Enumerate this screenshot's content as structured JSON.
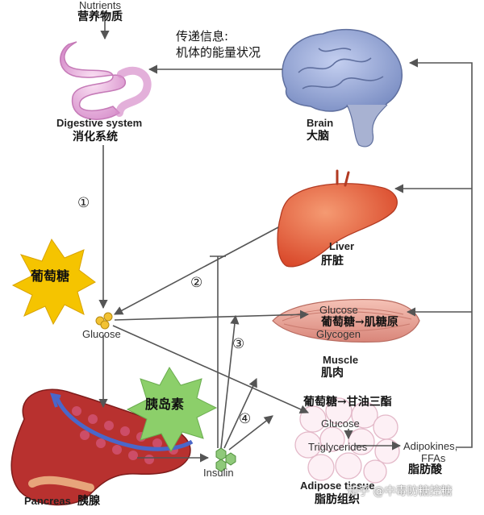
{
  "labels": {
    "nutrients_en": "Nutrients",
    "nutrients_zh": "营养物质",
    "signal_line1": "传递信息:",
    "signal_line2": "机体的能量状况",
    "digestive_en": "Digestive system",
    "digestive_zh": "消化系统",
    "brain_en": "Brain",
    "brain_zh": "大脑",
    "liver_en": "Liver",
    "liver_zh": "肝脏",
    "glucose_en": "Glucose",
    "glucose_burst": "葡萄糖",
    "muscle_glucose": "Glucose",
    "muscle_glycogen": "Glycogen",
    "muscle_note": "葡萄糖→肌糖原",
    "muscle_en": "Muscle",
    "muscle_zh": "肌肉",
    "insulin_burst": "胰岛素",
    "insulin_en": "Insulin",
    "adipose_note": "葡萄糖→甘油三酯",
    "adipose_glucose": "Glucose",
    "adipose_trig": "Triglycerides",
    "adipokines": "Adipokines,",
    "ffas": "FFAs",
    "fatty_acid_zh": "脂肪酸",
    "adipose_en": "Adipose tissue",
    "adipose_zh": "脂肪组织",
    "pancreas_en": "Pancreas",
    "pancreas_zh": "胰腺",
    "step1": "①",
    "step2": "②",
    "step3": "③",
    "step4": "④",
    "watermark": "知乎 @中毒防糖控糖"
  },
  "colors": {
    "burst_fill": "#f5c400",
    "insulin_burst_fill": "#8ccf6a",
    "arrow": "#555555",
    "liver": "#e8603a",
    "muscle": "#e89a8a",
    "brain": "#8ea2cf",
    "pancreas": "#b8312f",
    "glucose_dot": "#f2c233",
    "insulin_dot": "#8fc97a"
  },
  "icons": [
    "intestine-icon",
    "brain-icon",
    "liver-icon",
    "muscle-icon",
    "adipose-icon",
    "pancreas-icon"
  ]
}
